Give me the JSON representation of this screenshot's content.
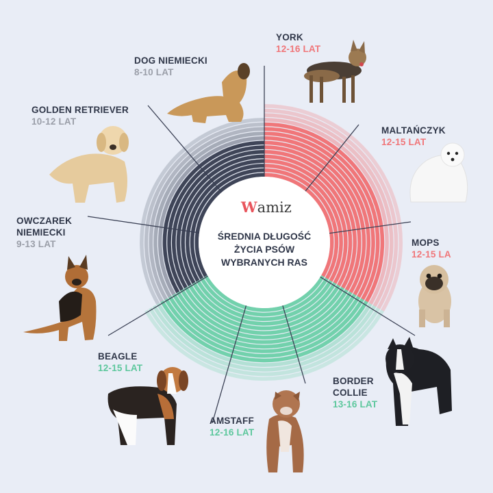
{
  "chart_data": {
    "type": "radial-bar",
    "title": "ŚREDNIA DŁUGOŚĆ ŻYCIA PSÓW WYBRANYCH RAS",
    "unit": "LAT",
    "groups": [
      {
        "name": "small",
        "color": "#f07679"
      },
      {
        "name": "medium",
        "color": "#72d1ac"
      },
      {
        "name": "large",
        "color": "#3f4558"
      }
    ],
    "breeds": [
      {
        "name": "YORK",
        "lifespan": "12-16 LAT",
        "min": 12,
        "max": 16,
        "group": "small",
        "label_color": "#f07679"
      },
      {
        "name": "MALTAŃCZYK",
        "lifespan": "12-15 LAT",
        "min": 12,
        "max": 15,
        "group": "small",
        "label_color": "#f07679"
      },
      {
        "name": "MOPS",
        "lifespan": "12-15 LA",
        "min": 12,
        "max": 15,
        "group": "small",
        "label_color": "#f07679"
      },
      {
        "name": "BORDER COLLIE",
        "lifespan": "13-16 LAT",
        "min": 13,
        "max": 16,
        "group": "medium",
        "label_color": "#5cc79c"
      },
      {
        "name": "AMSTAFF",
        "lifespan": "12-16 LAT",
        "min": 12,
        "max": 16,
        "group": "medium",
        "label_color": "#5cc79c"
      },
      {
        "name": "BEAGLE",
        "lifespan": "12-15 LAT",
        "min": 12,
        "max": 15,
        "group": "medium",
        "label_color": "#5cc79c"
      },
      {
        "name": "OWCZAREK NIEMIECKI",
        "lifespan": "9-13 LAT",
        "min": 9,
        "max": 13,
        "group": "large",
        "label_color": "#9a9ea8"
      },
      {
        "name": "GOLDEN RETRIEVER",
        "lifespan": "10-12 LAT",
        "min": 10,
        "max": 12,
        "group": "large",
        "label_color": "#9a9ea8"
      },
      {
        "name": "DOG NIEMIECKI",
        "lifespan": "8-10 LAT",
        "min": 8,
        "max": 10,
        "group": "large",
        "label_color": "#9a9ea8"
      }
    ]
  },
  "center": {
    "logo": "Wamiz",
    "title_lines": [
      "ŚREDNIA DŁUGOŚĆ",
      "ŻYCIA PSÓW",
      "WYBRANYCH RAS"
    ]
  },
  "labels": {
    "york": {
      "name": "YORK",
      "life": "12-16 LAT"
    },
    "maltanczyk": {
      "name": "MALTAŃCZYK",
      "life": "12-15 LAT"
    },
    "mops": {
      "name": "MOPS",
      "life": "12-15 LA"
    },
    "border": {
      "name_1": "BORDER",
      "name_2": "COLLIE",
      "life": "13-16 LAT"
    },
    "amstaff": {
      "name": "AMSTAFF",
      "life": "12-16 LAT"
    },
    "beagle": {
      "name": "BEAGLE",
      "life": "12-15 LAT"
    },
    "owczarek": {
      "name_1": "OWCZAREK",
      "name_2": "NIEMIECKI",
      "life": "9-13 LAT"
    },
    "golden": {
      "name": "GOLDEN RETRIEVER",
      "life": "10-12 LAT"
    },
    "dog": {
      "name": "DOG NIEMIECKI",
      "life": "8-10 LAT"
    }
  },
  "colors": {
    "background": "#e9edf6",
    "small": "#f07679",
    "medium": "#72d1ac",
    "large": "#3f4558",
    "divider": "#3a4054"
  },
  "icons": [
    "york-dog-photo",
    "maltese-dog-photo",
    "pug-dog-photo",
    "border-collie-dog-photo",
    "amstaff-dog-photo",
    "beagle-dog-photo",
    "german-shepherd-dog-photo",
    "golden-retriever-dog-photo",
    "great-dane-dog-photo"
  ]
}
